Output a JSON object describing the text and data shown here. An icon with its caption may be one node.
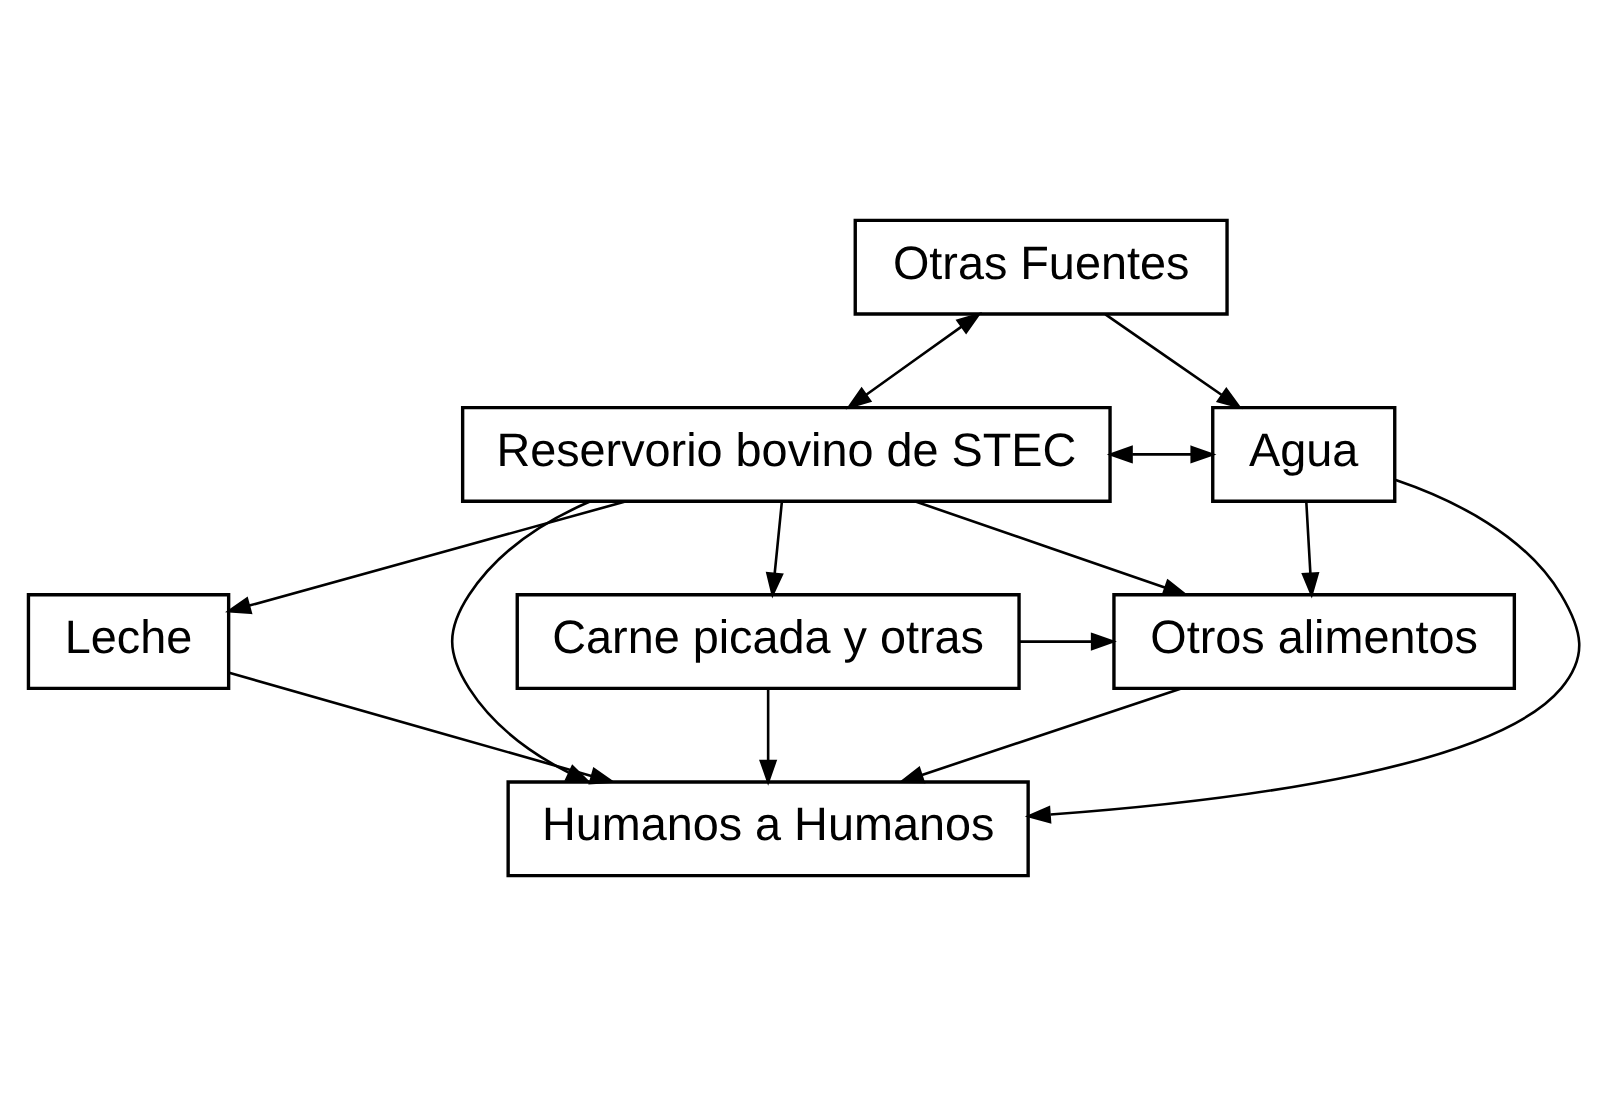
{
  "diagram": {
    "nodes": [
      {
        "text": [
          "Otras Fuentes"
        ]
      },
      {
        "text": [
          "Reservorio bovino de STEC"
        ]
      },
      {
        "text": [
          "Agua"
        ]
      },
      {
        "text": [
          "Carne picada y otras"
        ]
      },
      {
        "text": [
          "Leche"
        ]
      },
      {
        "text": [
          "Otros alimentos"
        ]
      },
      {
        "text": [
          "Humanos a Humanos"
        ]
      }
    ],
    "edges": [
      {
        "from": 0,
        "to": 1,
        "arrow": "both"
      },
      {
        "from": 0,
        "to": 2,
        "arrow": "to"
      },
      {
        "from": 1,
        "to": 2,
        "arrow": "both"
      },
      {
        "from": 1,
        "to": 3,
        "arrow": "to"
      },
      {
        "from": 1,
        "to": 4,
        "arrow": "to"
      },
      {
        "from": 1,
        "to": 5,
        "arrow": "to"
      },
      {
        "from": 2,
        "to": 5,
        "arrow": "to"
      },
      {
        "from": 3,
        "to": 5,
        "arrow": "to"
      },
      {
        "from": 3,
        "to": 6,
        "arrow": "to"
      },
      {
        "from": 4,
        "to": 6,
        "arrow": "to"
      },
      {
        "from": 5,
        "to": 6,
        "arrow": "to"
      },
      {
        "from": 1,
        "to": 6,
        "arrow": "to"
      },
      {
        "from": 2,
        "to": 6,
        "arrow": "to"
      }
    ]
  }
}
